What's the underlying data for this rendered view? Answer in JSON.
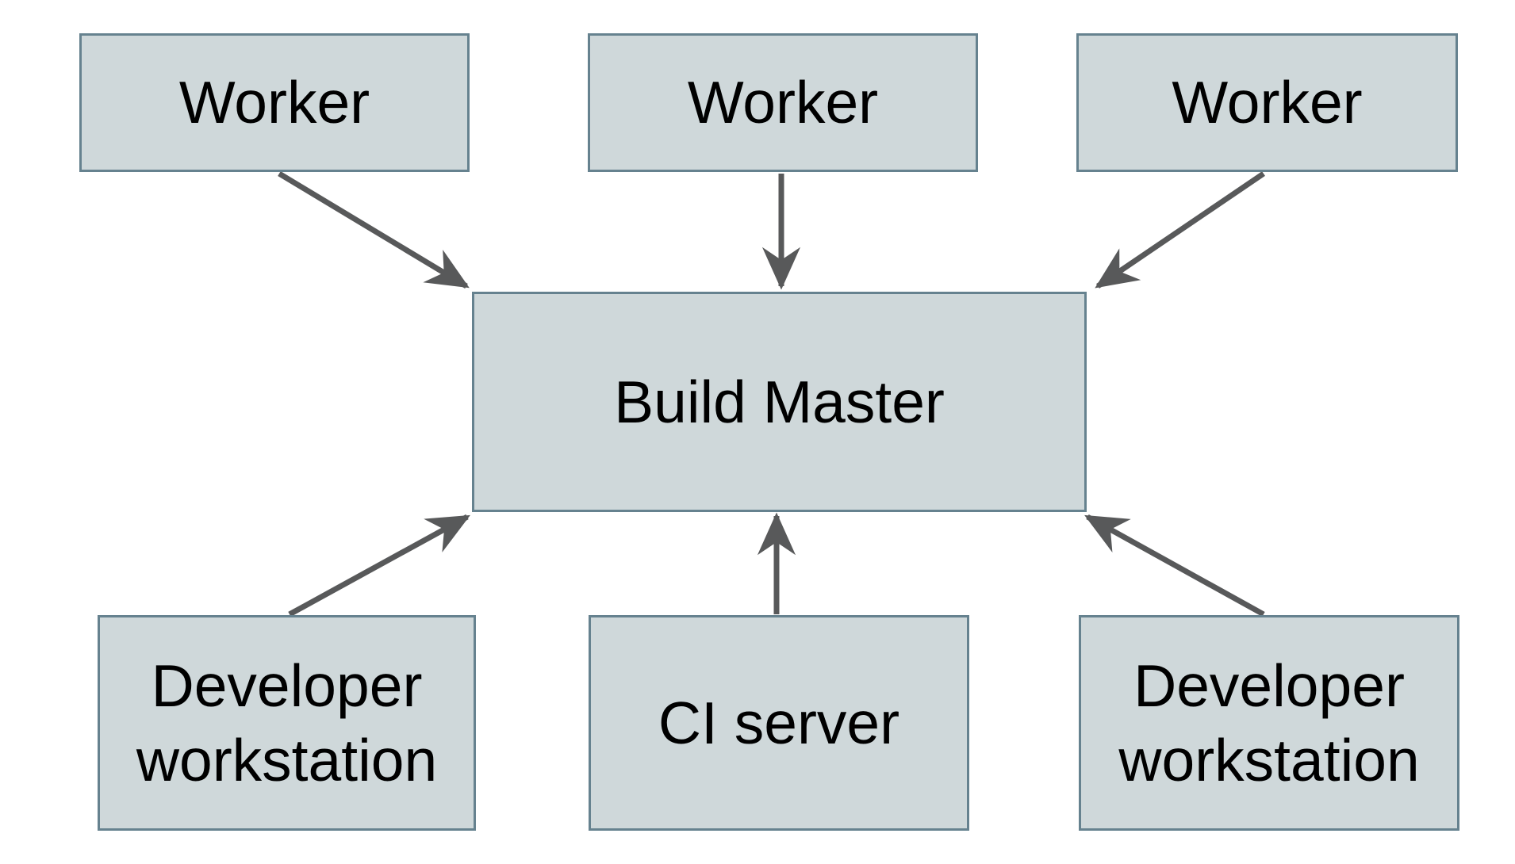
{
  "diagram": {
    "nodes": [
      {
        "id": "worker-1",
        "label": "Worker"
      },
      {
        "id": "worker-2",
        "label": "Worker"
      },
      {
        "id": "worker-3",
        "label": "Worker"
      },
      {
        "id": "build-master",
        "label": "Build Master"
      },
      {
        "id": "developer-workstation-1",
        "label": "Developer workstation"
      },
      {
        "id": "ci-server",
        "label": "CI server"
      },
      {
        "id": "developer-workstation-2",
        "label": "Developer workstation"
      }
    ],
    "edges": [
      {
        "from": "worker-1",
        "to": "build-master"
      },
      {
        "from": "worker-2",
        "to": "build-master"
      },
      {
        "from": "worker-3",
        "to": "build-master"
      },
      {
        "from": "developer-workstation-1",
        "to": "build-master"
      },
      {
        "from": "ci-server",
        "to": "build-master"
      },
      {
        "from": "developer-workstation-2",
        "to": "build-master"
      }
    ],
    "colors": {
      "background": "#ffffff",
      "node_fill": "#cfd8da",
      "node_border": "#66828f",
      "arrow": "#58595a",
      "text": "#000000"
    }
  }
}
